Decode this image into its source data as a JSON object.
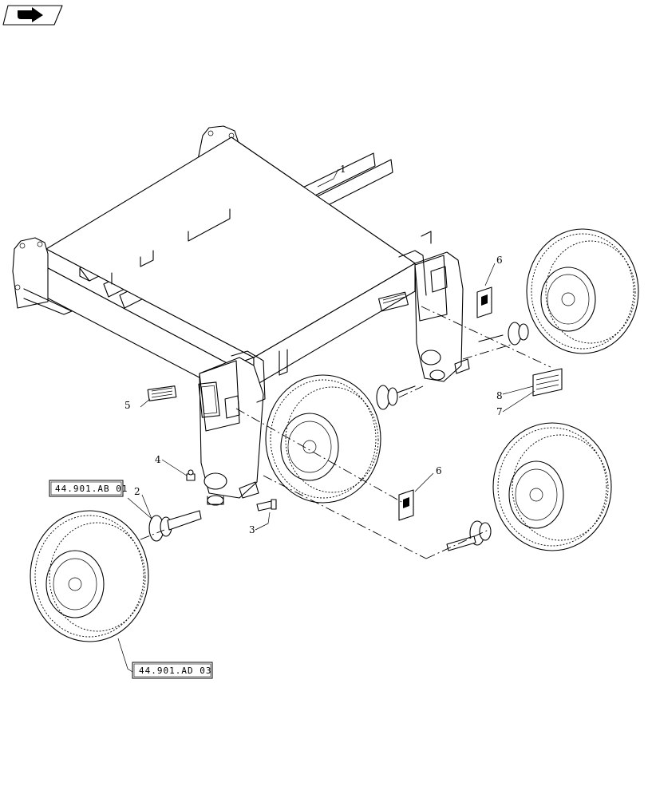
{
  "callouts": {
    "c1": "1",
    "c2": "2",
    "c3": "3",
    "c4": "4",
    "c5": "5",
    "c6a": "6",
    "c6b": "6",
    "c7": "7",
    "c8": "8"
  },
  "references": {
    "ref_upper": "44.901.AB 01",
    "ref_lower": "44.901.AD 03"
  },
  "icons": {
    "nav": "next-page-arrow-icon"
  }
}
